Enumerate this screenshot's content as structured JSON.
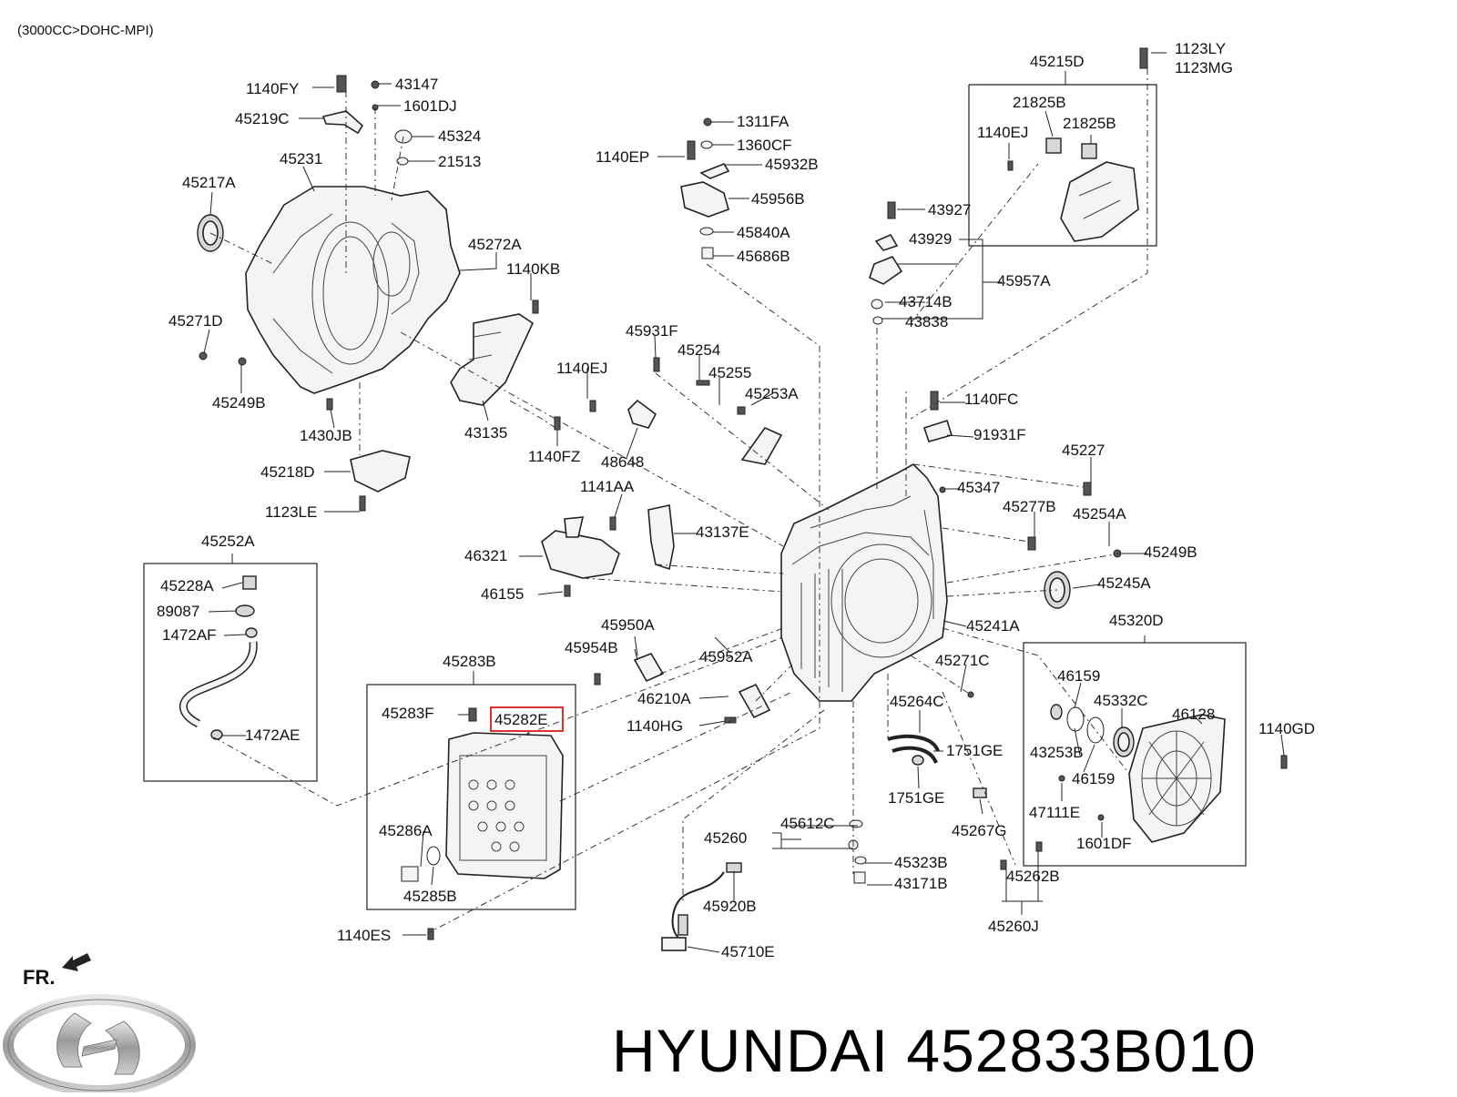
{
  "header": {
    "engine_spec": "(3000CC>DOHC-MPI)"
  },
  "brand": {
    "title": "HYUNDAI 452833B010"
  },
  "orientation": {
    "label": "FR."
  },
  "highlight_color": "#e03030",
  "highlighted_part": "45282E",
  "parts": {
    "p1140FY": "1140FY",
    "p43147": "43147",
    "p1601DJ": "1601DJ",
    "p45219C": "45219C",
    "p45324": "45324",
    "p21513": "21513",
    "p45231": "45231",
    "p45217A": "45217A",
    "p45272A": "45272A",
    "p1140KB": "1140KB",
    "p45271D": "45271D",
    "p45249B_a": "45249B",
    "p1430JB": "1430JB",
    "p43135": "43135",
    "p1140FZ": "1140FZ",
    "p45218D": "45218D",
    "p1123LE": "1123LE",
    "p1311FA": "1311FA",
    "p1360CF": "1360CF",
    "p1140EP": "1140EP",
    "p45932B": "45932B",
    "p45956B": "45956B",
    "p45840A": "45840A",
    "p45686B": "45686B",
    "p45931F": "45931F",
    "p45254": "45254",
    "p1140EJ_a": "1140EJ",
    "p45255": "45255",
    "p45253A": "45253A",
    "p48648": "48648",
    "p43927": "43927",
    "p43929": "43929",
    "p45957A": "45957A",
    "p43714B": "43714B",
    "p43838": "43838",
    "p45215D": "45215D",
    "p1123LY": "1123LY",
    "p1123MG": "1123MG",
    "p21825B_a": "21825B",
    "p21825B_b": "21825B",
    "p1140EJ_b": "1140EJ",
    "p1140FC": "1140FC",
    "p91931F": "91931F",
    "p45227": "45227",
    "p45347": "45347",
    "p45277B": "45277B",
    "p45254A": "45254A",
    "p45249B_b": "45249B",
    "p45245A": "45245A",
    "p1141AA": "1141AA",
    "p43137E": "43137E",
    "p46321": "46321",
    "p46155": "46155",
    "p45252A": "45252A",
    "p45228A": "45228A",
    "p89087": "89087",
    "p1472AF": "1472AF",
    "p1472AE": "1472AE",
    "p45241A": "45241A",
    "p45950A": "45950A",
    "p45954B": "45954B",
    "p45952A": "45952A",
    "p45271C": "45271C",
    "p45320D": "45320D",
    "p45283B": "45283B",
    "p45283F": "45283F",
    "p45282E": "45282E",
    "p46210A": "46210A",
    "p1140HG": "1140HG",
    "p45264C": "45264C",
    "p1751GE_a": "1751GE",
    "p1751GE_b": "1751GE",
    "p46159_a": "46159",
    "p45332C": "45332C",
    "p46128": "46128",
    "p1140GD": "1140GD",
    "p43253B": "43253B",
    "p46159_b": "46159",
    "p47111E": "47111E",
    "p1601DF": "1601DF",
    "p45267G": "45267G",
    "p45286A": "45286A",
    "p45285B": "45285B",
    "p45260": "45260",
    "p45612C": "45612C",
    "p45323B": "45323B",
    "p43171B": "43171B",
    "p45262B": "45262B",
    "p45920B": "45920B",
    "p45260J": "45260J",
    "p1140ES": "1140ES",
    "p45710E": "45710E"
  }
}
